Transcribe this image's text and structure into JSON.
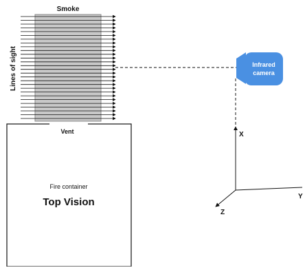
{
  "labels": {
    "smoke": "Smoke",
    "lines_of_sight": "Lines of sight",
    "vent": "Vent",
    "fire_container": "Fire container",
    "top_vision": "Top Vision",
    "camera_line1": "Infrared",
    "camera_line2": "camera",
    "axis_x": "X",
    "axis_y": "Y",
    "axis_z": "Z"
  },
  "colors": {
    "smoke_fill": "#c8c8c8",
    "smoke_border": "#8a8a8a",
    "camera_fill": "#4a90e2",
    "line": "#111111"
  },
  "icons": {
    "camera": "camera-icon"
  }
}
